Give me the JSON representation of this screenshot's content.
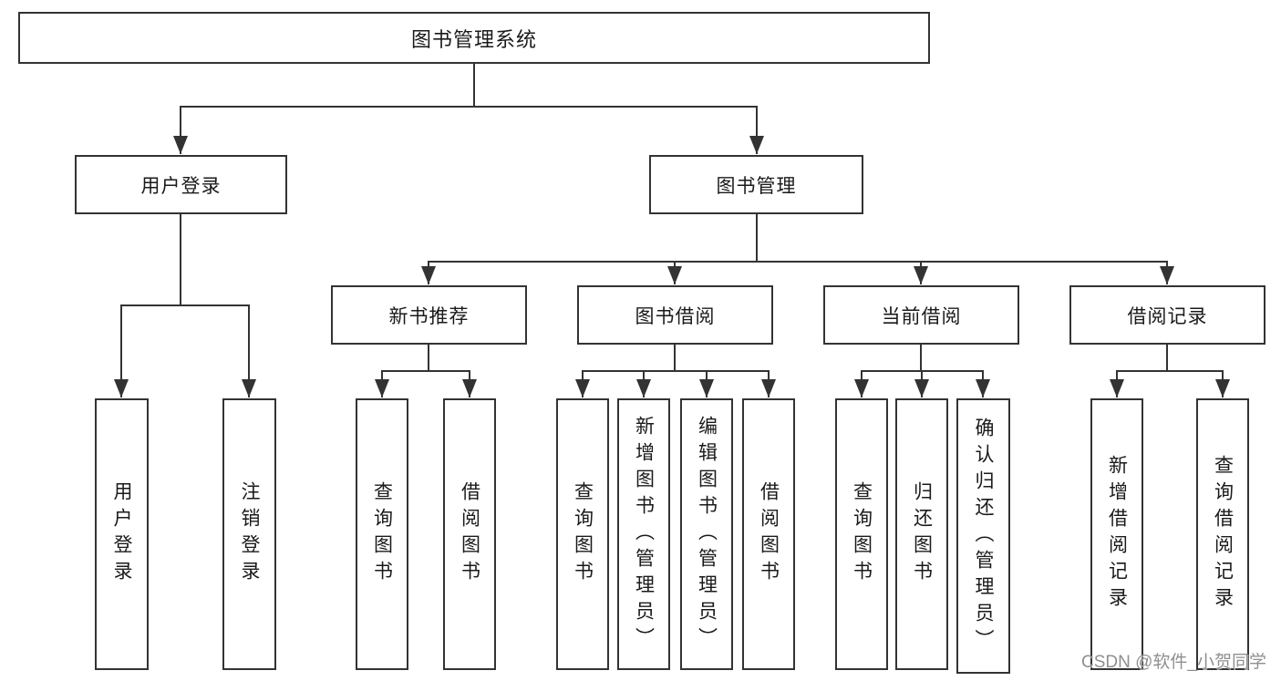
{
  "tree": {
    "label": "图书管理系统",
    "children": [
      {
        "label": "用户登录",
        "children": [
          {
            "label": "用户登录"
          },
          {
            "label": "注销登录"
          }
        ]
      },
      {
        "label": "图书管理",
        "children": [
          {
            "label": "新书推荐",
            "children": [
              {
                "label": "查询图书"
              },
              {
                "label": "借阅图书"
              }
            ]
          },
          {
            "label": "图书借阅",
            "children": [
              {
                "label": "查询图书"
              },
              {
                "label": "新增图书（管理员）"
              },
              {
                "label": "编辑图书（管理员）"
              },
              {
                "label": "借阅图书"
              }
            ]
          },
          {
            "label": "当前借阅",
            "children": [
              {
                "label": "查询图书"
              },
              {
                "label": "归还图书"
              },
              {
                "label": "确认归还（管理员）"
              }
            ]
          },
          {
            "label": "借阅记录",
            "children": [
              {
                "label": "新增借阅记录"
              },
              {
                "label": "查询借阅记录"
              }
            ]
          }
        ]
      }
    ]
  },
  "watermark": "CSDN @软件_小贺同学",
  "colors": {
    "line": "#333333",
    "text": "#1a1a1a",
    "background": "#ffffff",
    "watermark": "#8f8f8f"
  }
}
